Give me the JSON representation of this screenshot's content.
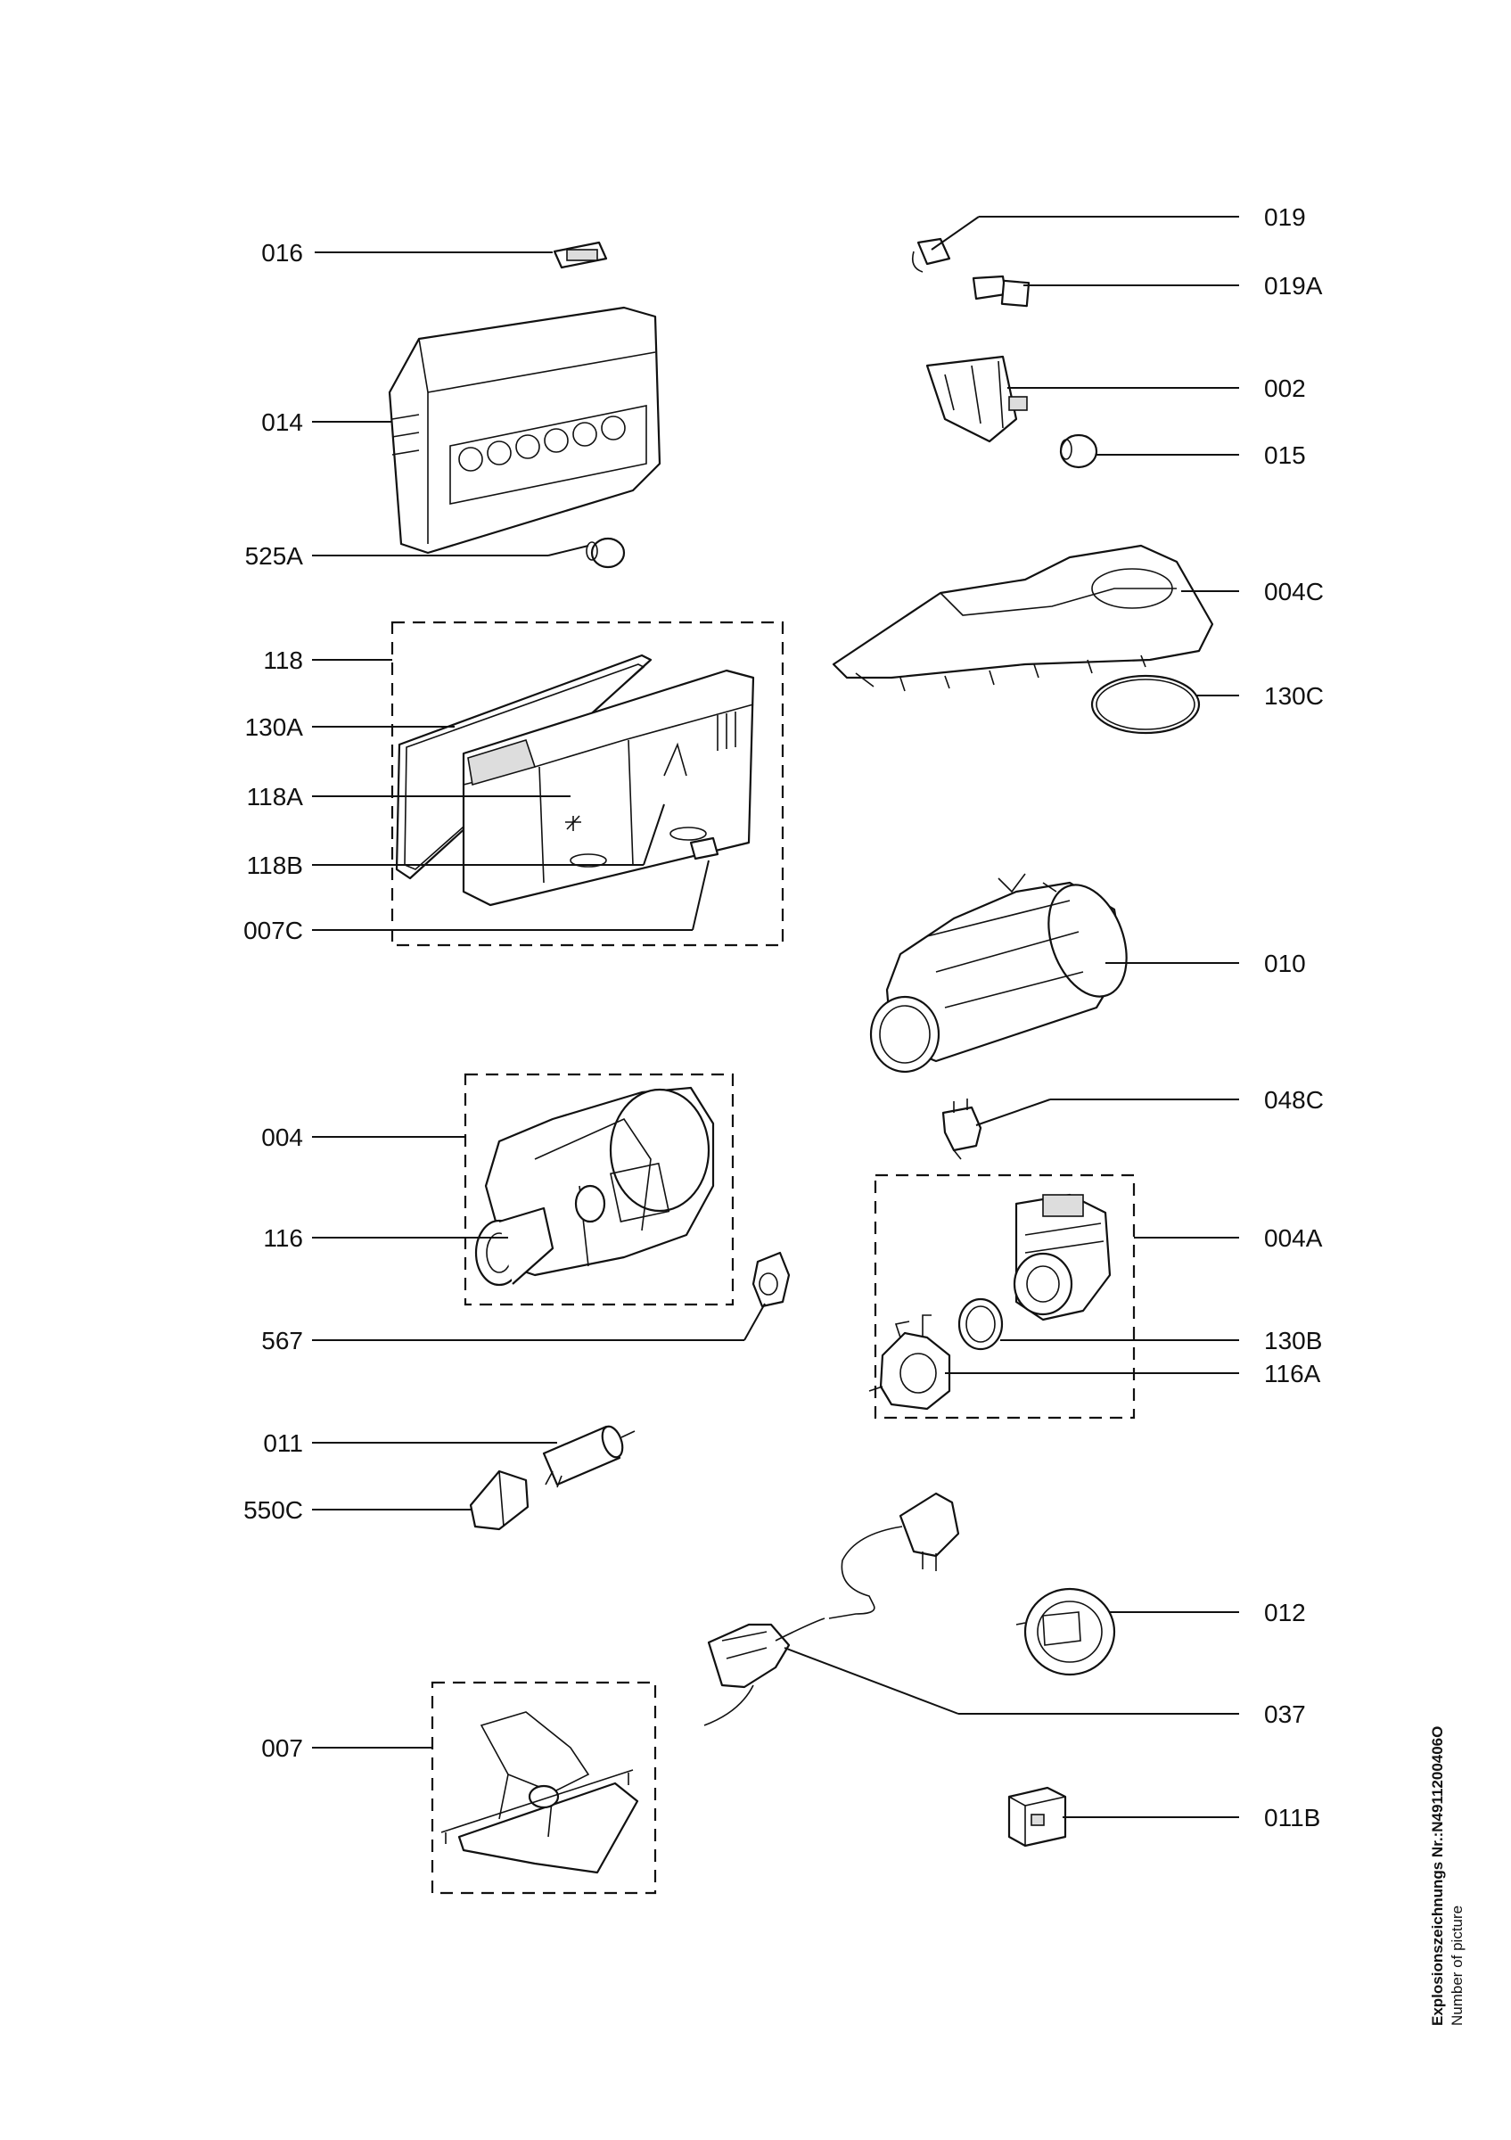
{
  "labels": {
    "l016": "016",
    "l014": "014",
    "l525A": "525A",
    "l118": "118",
    "l130A": "130A",
    "l118A": "118A",
    "l118B": "118B",
    "l007C": "007C",
    "l004": "004",
    "l116": "116",
    "l567": "567",
    "l011": "011",
    "l550C": "550C",
    "l007": "007",
    "l019": "019",
    "l019A": "019A",
    "l002": "002",
    "l015": "015",
    "l004C": "004C",
    "l130C": "130C",
    "l010": "010",
    "l048C": "048C",
    "l004A": "004A",
    "l130B": "130B",
    "l116A": "116A",
    "l012": "012",
    "l037": "037",
    "l011B": "011B"
  },
  "footer": {
    "title": "Explosionszeichnungs Nr.:N4911200406O",
    "subtitle": "Number of picture"
  }
}
